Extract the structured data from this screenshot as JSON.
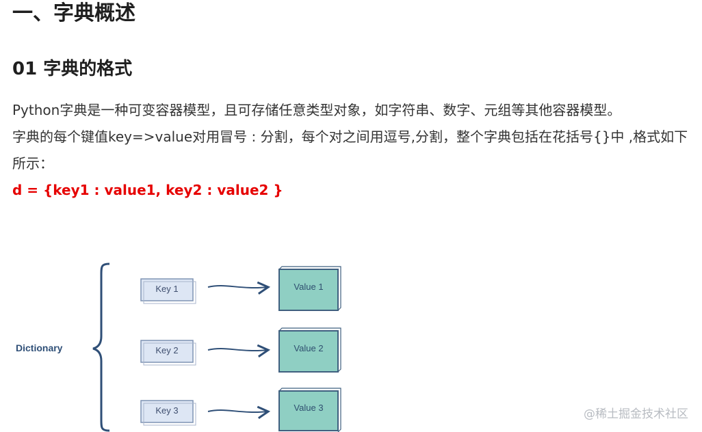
{
  "heading1": "一、字典概述",
  "heading2": "01 字典的格式",
  "paragraph": {
    "line1": "Python字典是一种可变容器模型，且可存储任意类型对象，如字符串、数字、元组等其他容器模型。",
    "line2": "字典的每个键值key=>value对用冒号 : 分割，每个对之间用逗号,分割，整个字典包括在花括号{}中 ,格式如下所示：",
    "code": "d = {key1 : value1, key2 : value2 }"
  },
  "diagram": {
    "group_label": "Dictionary",
    "pairs": [
      {
        "key": "Key 1",
        "value": "Value 1"
      },
      {
        "key": "Key 2",
        "value": "Value 2"
      },
      {
        "key": "Key 3",
        "value": "Value 3"
      }
    ],
    "colors": {
      "key_fill": "#dde6f4",
      "key_stroke": "#7f93b4",
      "value_fill": "#8fcfc3",
      "value_stroke": "#3f5f7f",
      "arrow": "#2f4f77",
      "brace": "#2f4f77",
      "label": "#2f4f77"
    }
  },
  "watermark": "@稀土掘金技术社区"
}
